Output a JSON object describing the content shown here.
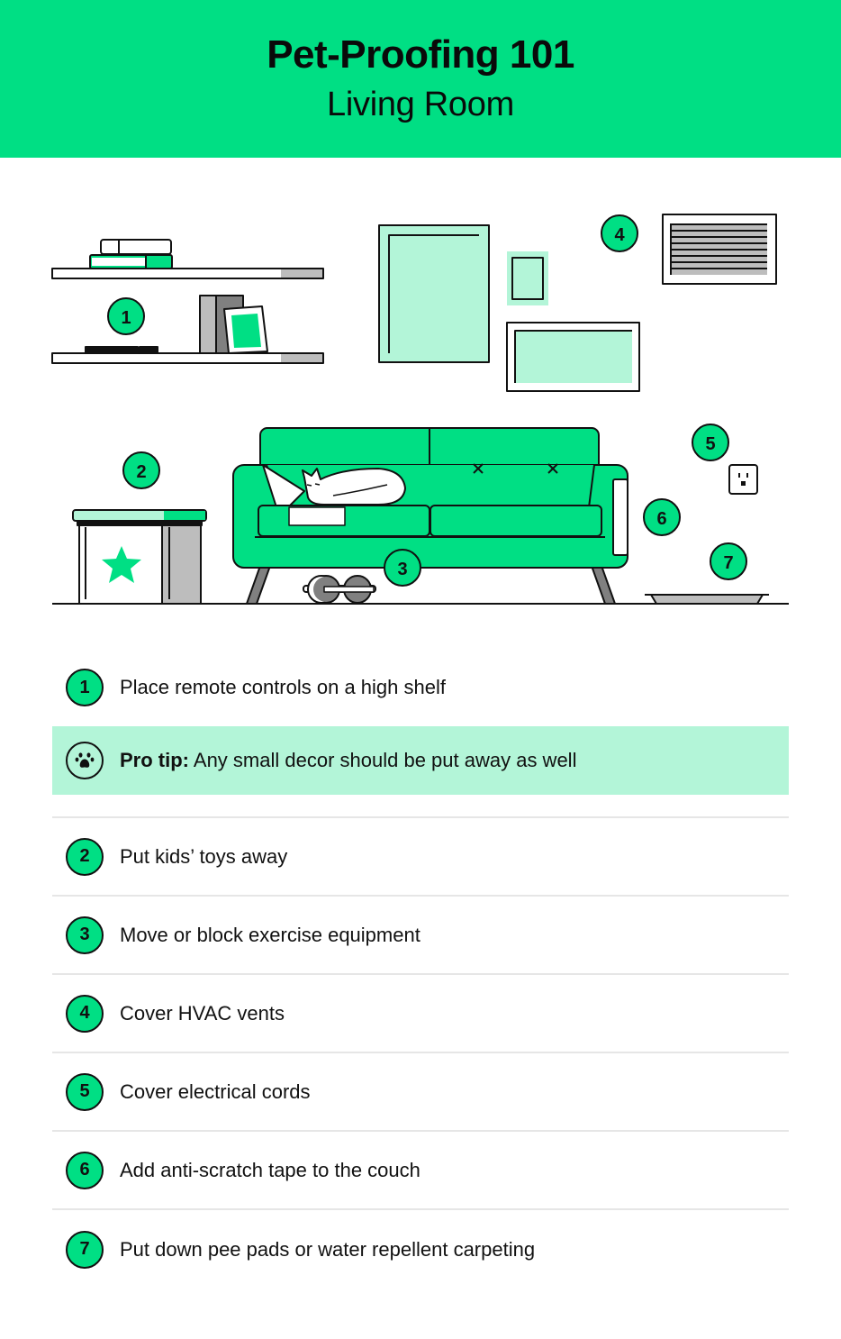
{
  "header": {
    "title": "Pet-Proofing 101",
    "subtitle": "Living Room"
  },
  "colors": {
    "brand_green": "#00df84",
    "light_green": "#b3f5d8",
    "gray": "#bdbdbd",
    "dark_gray": "#808080",
    "outline": "#111111"
  },
  "illustration": {
    "markers": [
      {
        "number": "1",
        "target": "shelf-remote"
      },
      {
        "number": "2",
        "target": "toy-box"
      },
      {
        "number": "3",
        "target": "dumbbells"
      },
      {
        "number": "4",
        "target": "hvac-vent"
      },
      {
        "number": "5",
        "target": "outlet"
      },
      {
        "number": "6",
        "target": "couch-arm"
      },
      {
        "number": "7",
        "target": "pee-pad-tray"
      }
    ]
  },
  "list": {
    "items": [
      {
        "number": "1",
        "text": "Place remote controls on a high shelf"
      },
      {
        "number": "2",
        "text": "Put kids’ toys away"
      },
      {
        "number": "3",
        "text": "Move or block exercise equipment"
      },
      {
        "number": "4",
        "text": "Cover HVAC vents"
      },
      {
        "number": "5",
        "text": "Cover electrical cords"
      },
      {
        "number": "6",
        "text": "Add anti-scratch tape to the couch"
      },
      {
        "number": "7",
        "text": "Put down pee pads or water repellent carpeting"
      }
    ],
    "pro_tip": {
      "icon": "paw-icon",
      "label": "Pro tip:",
      "text": " Any small decor should be put away as well"
    }
  }
}
